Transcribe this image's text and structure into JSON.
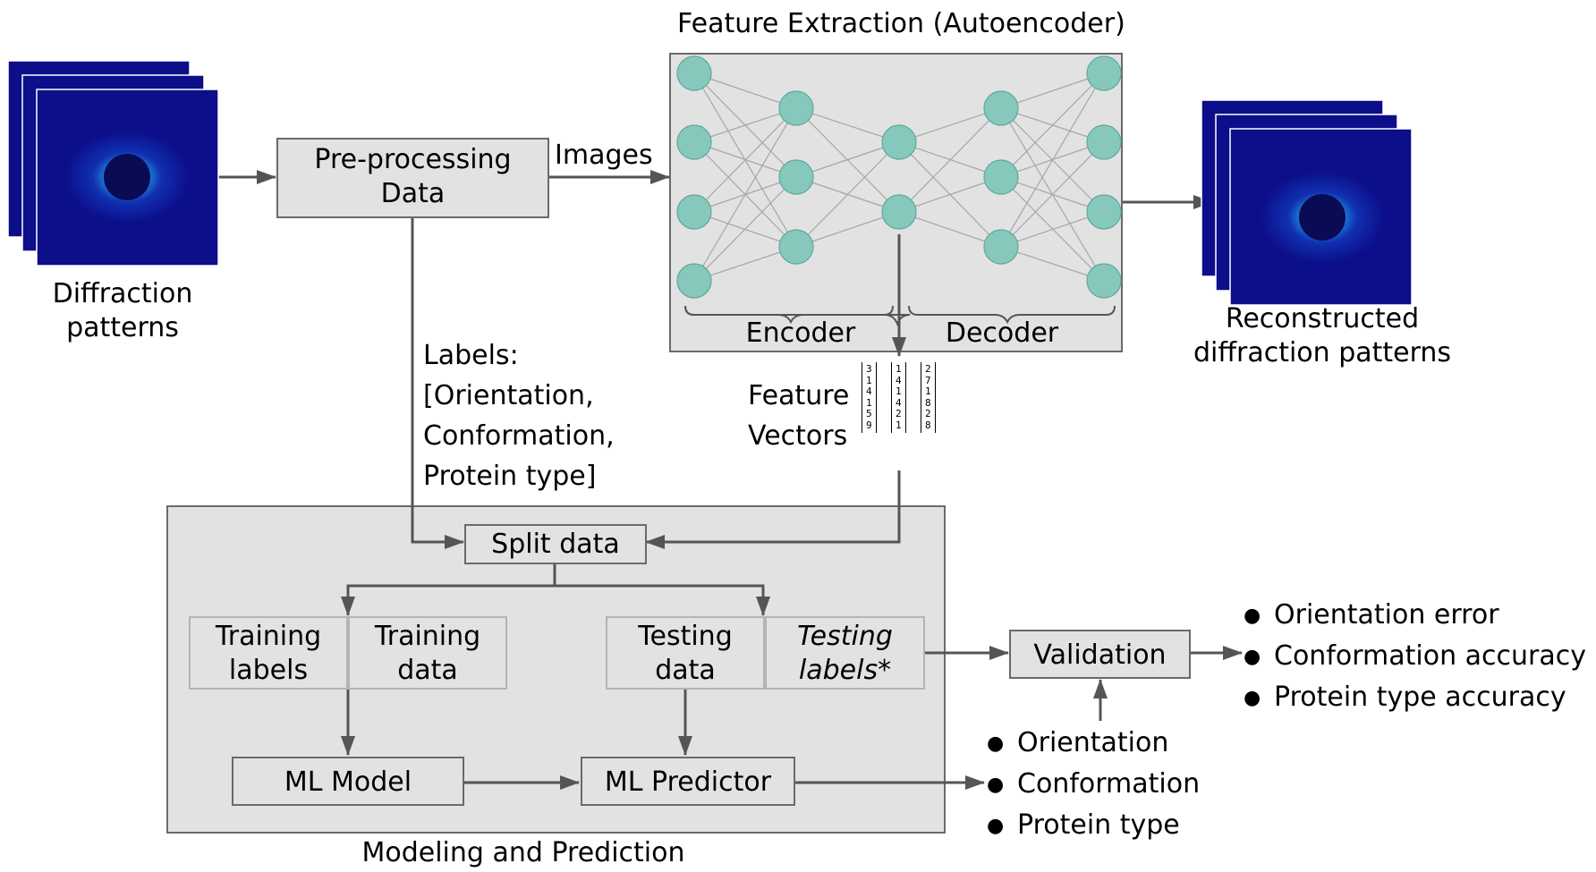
{
  "diffraction_label_line1": "Diffraction",
  "diffraction_label_line2": "patterns",
  "preprocess_label_line1": "Pre-processing",
  "preprocess_label_line2": "Data",
  "images_label": "Images",
  "autoencoder_title": "Feature Extraction (Autoencoder)",
  "encoder_label": "Encoder",
  "decoder_label": "Decoder",
  "reconstructed_line1": "Reconstructed",
  "reconstructed_line2": "diffraction patterns",
  "labels_text": {
    "line1": "Labels:",
    "line2": "[Orientation,",
    "line3": "Conformation,",
    "line4": "Protein type]"
  },
  "feature_vectors_line1": "Feature",
  "feature_vectors_line2": "Vectors",
  "feature_vectors": [
    [
      "3",
      "1",
      "4",
      "1",
      "5",
      "9"
    ],
    [
      "1",
      "4",
      "1",
      "4",
      "2",
      "1"
    ],
    [
      "2",
      "7",
      "1",
      "8",
      "2",
      "8"
    ]
  ],
  "split_data": "Split data",
  "training_labels_line1": "Training",
  "training_labels_line2": "labels",
  "training_data_line1": "Training",
  "training_data_line2": "data",
  "testing_data_line1": "Testing",
  "testing_data_line2": "data",
  "testing_labels_line1": "Testing",
  "testing_labels_line2": "labels*",
  "ml_model": "ML Model",
  "ml_predictor": "ML Predictor",
  "validation": "Validation",
  "modeling_title": "Modeling and Prediction",
  "prediction_outputs": [
    "Orientation",
    "Conformation",
    "Protein type"
  ],
  "validation_outputs": [
    "Orientation error",
    "Conformation accuracy",
    "Protein type accuracy"
  ],
  "colors": {
    "box_fill": "#e2e2e2",
    "box_border": "#6a6a6a",
    "node_fill": "#86c9bc",
    "arrow": "#555555",
    "pattern_background": "#0c0e8a"
  },
  "icons": {
    "nodes": "neural-network-node",
    "images": "diffraction-pattern-image"
  }
}
